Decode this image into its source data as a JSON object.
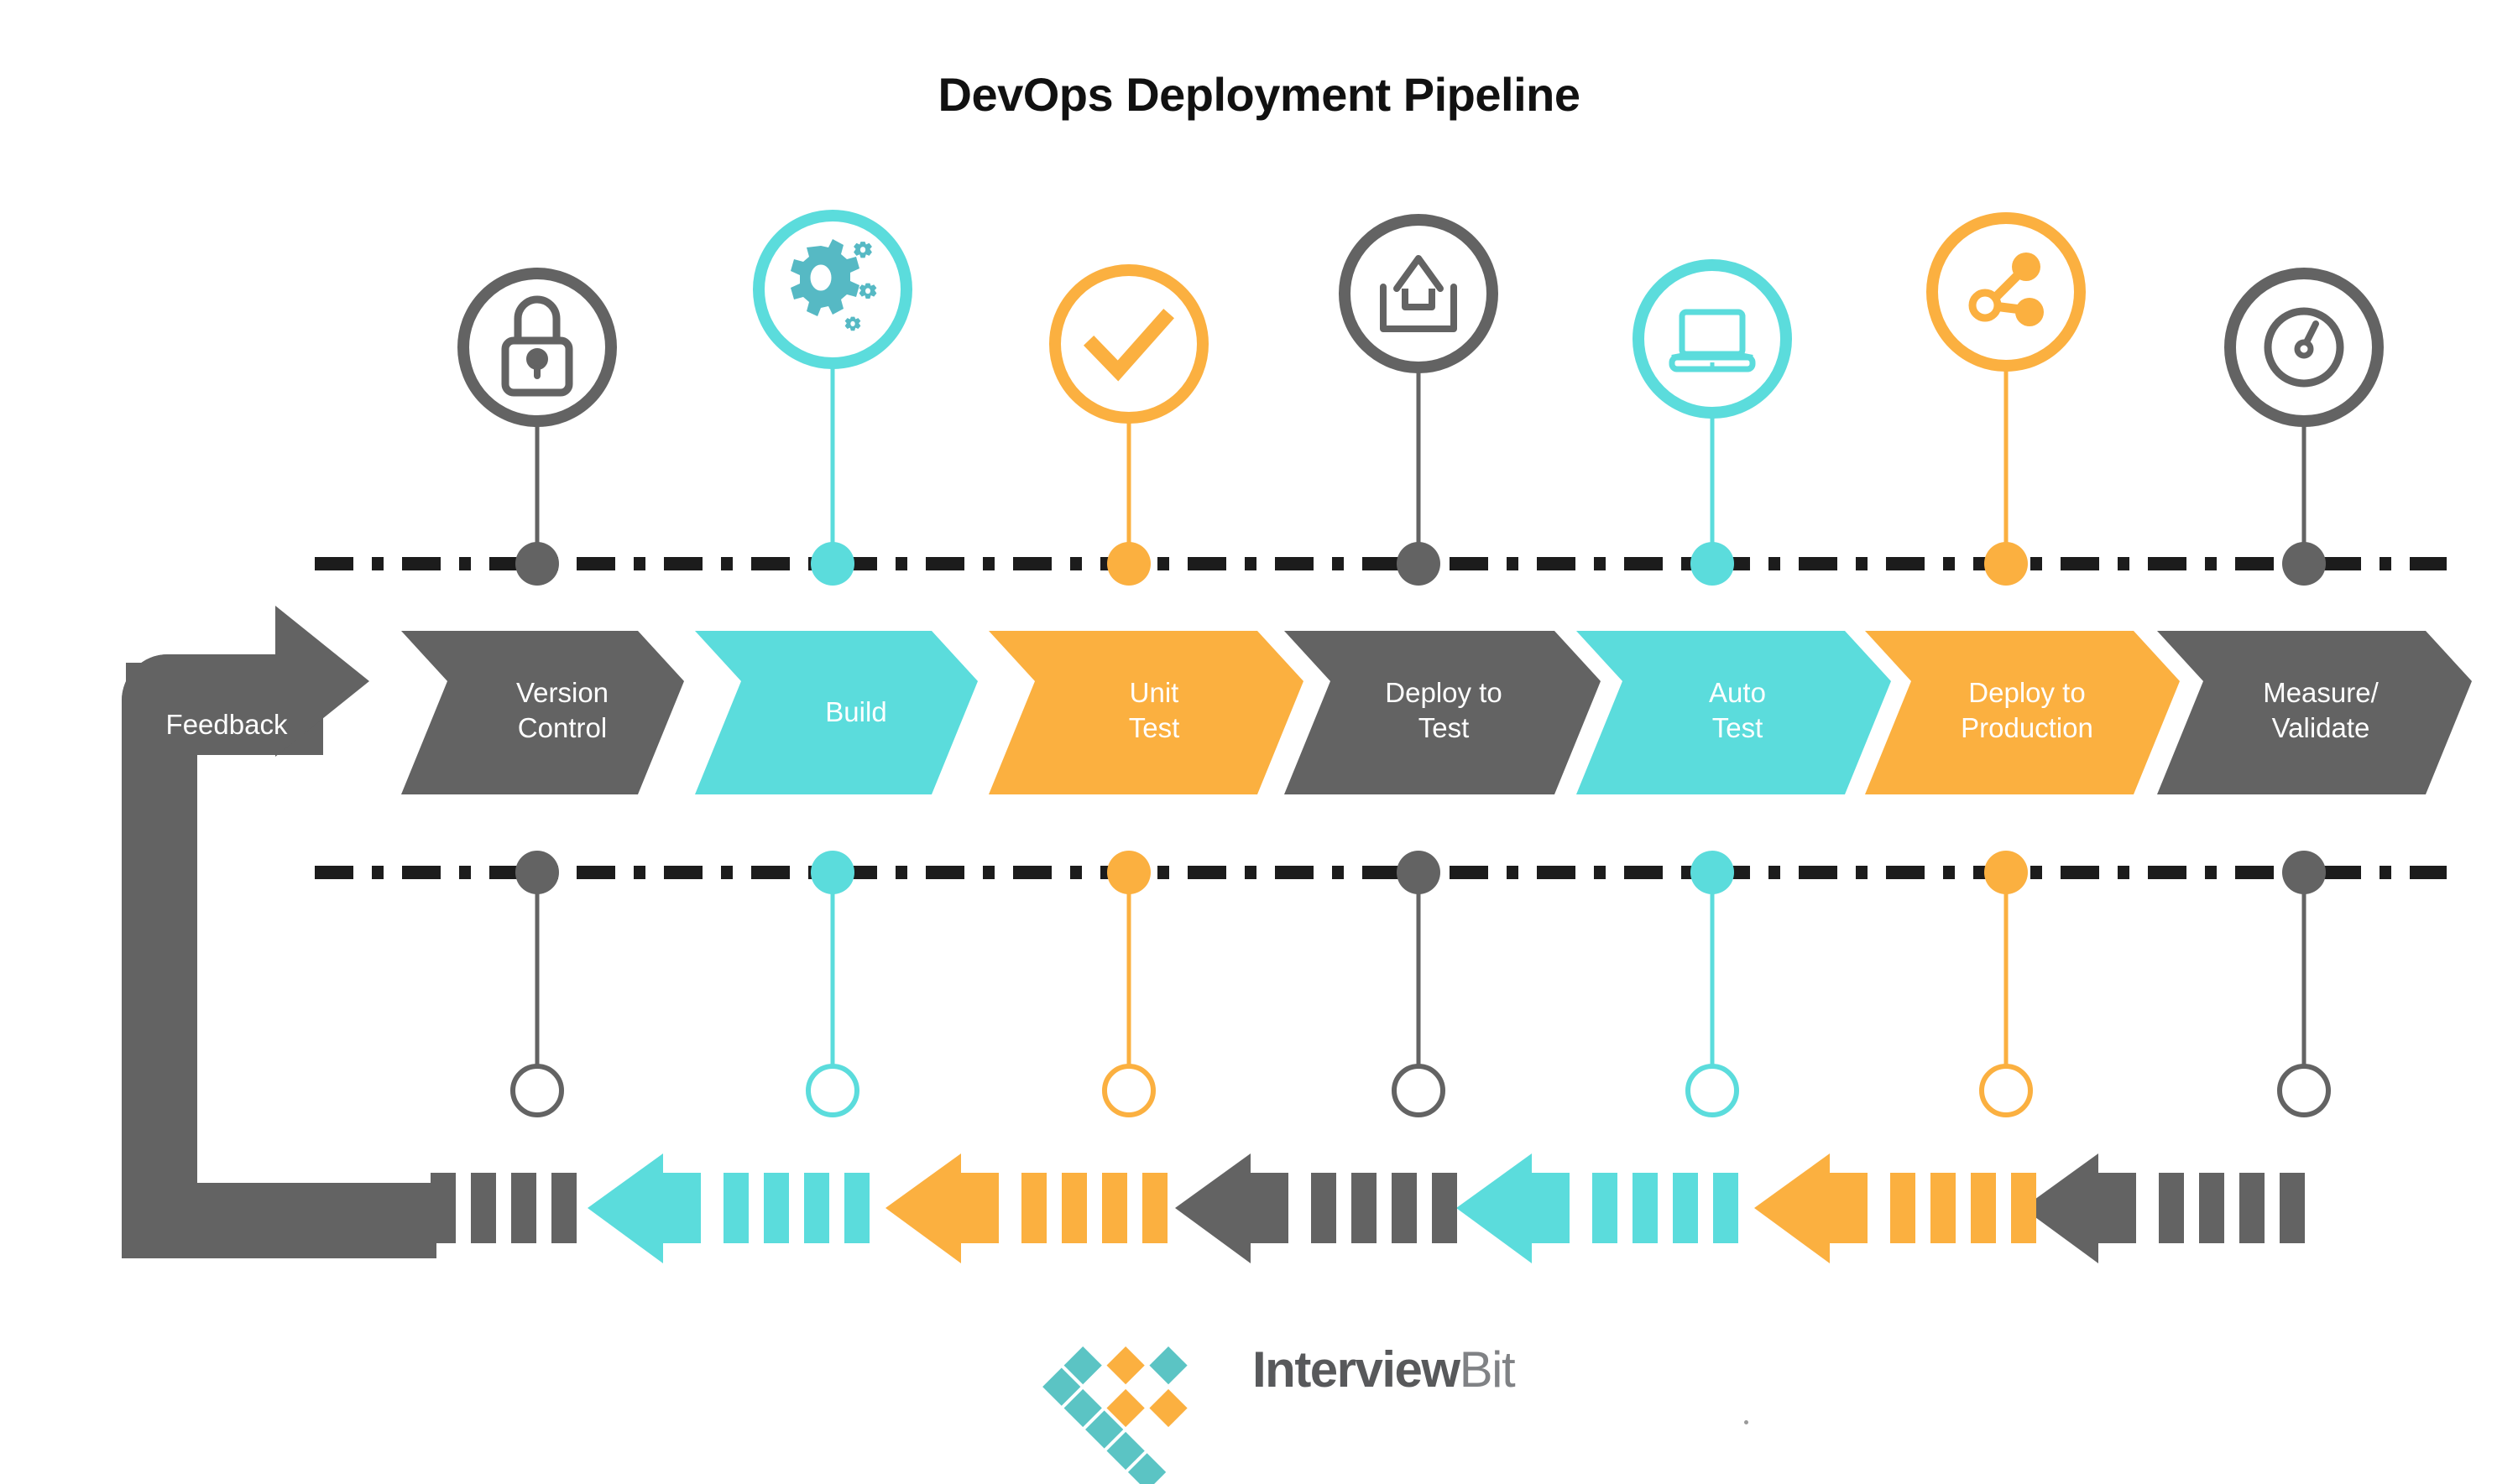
{
  "title": "DevOps Deployment Pipeline",
  "colors": {
    "gray": "#636363",
    "cyan": "#5BDCDC",
    "orange": "#FBB040",
    "dash_line": "#1C1C1C",
    "white": "#FFFFFF",
    "title_text": "#111111",
    "logo_dark": "#58595B",
    "logo_light": "#808285"
  },
  "feedback": {
    "label": "Feedback",
    "color": "#636363"
  },
  "stages": [
    {
      "index": 1,
      "label": "Version\nControl",
      "color": "#636363",
      "color_name": "gray",
      "icon": "lock-icon",
      "icon_style": "outline"
    },
    {
      "index": 2,
      "label": "Build",
      "color": "#5BDCDC",
      "color_name": "cyan",
      "icon": "gears-icon",
      "icon_style": "outline"
    },
    {
      "index": 3,
      "label": "Unit\nTest",
      "color": "#FBB040",
      "color_name": "orange",
      "icon": "checkmark-icon",
      "icon_style": "outline"
    },
    {
      "index": 4,
      "label": "Deploy to\nTest",
      "color": "#636363",
      "color_name": "gray",
      "icon": "upload-box-icon",
      "icon_style": "outline"
    },
    {
      "index": 5,
      "label": "Auto\nTest",
      "color": "#5BDCDC",
      "color_name": "cyan",
      "icon": "laptop-icon",
      "icon_style": "outline"
    },
    {
      "index": 6,
      "label": "Deploy to\nProduction",
      "color": "#FBB040",
      "color_name": "orange",
      "icon": "share-nodes-icon",
      "icon_style": "outline"
    },
    {
      "index": 7,
      "label": "Measure/\nValidate",
      "color": "#636363",
      "color_name": "gray",
      "icon": "gauge-icon",
      "icon_style": "outline"
    }
  ],
  "return_arrows": [
    {
      "order": 1,
      "color": "#636363",
      "direction": "left"
    },
    {
      "order": 2,
      "color": "#5BDCDC",
      "direction": "left"
    },
    {
      "order": 3,
      "color": "#FBB040",
      "direction": "left"
    },
    {
      "order": 4,
      "color": "#636363",
      "direction": "left"
    },
    {
      "order": 5,
      "color": "#5BDCDC",
      "direction": "left"
    },
    {
      "order": 6,
      "color": "#FBB040",
      "direction": "left"
    },
    {
      "order": 7,
      "color": "#636363",
      "direction": "left"
    }
  ],
  "brand": {
    "name_bold": "Interview",
    "name_light": "Bit",
    "logo_icon": "interviewbit-diamond-logo"
  }
}
